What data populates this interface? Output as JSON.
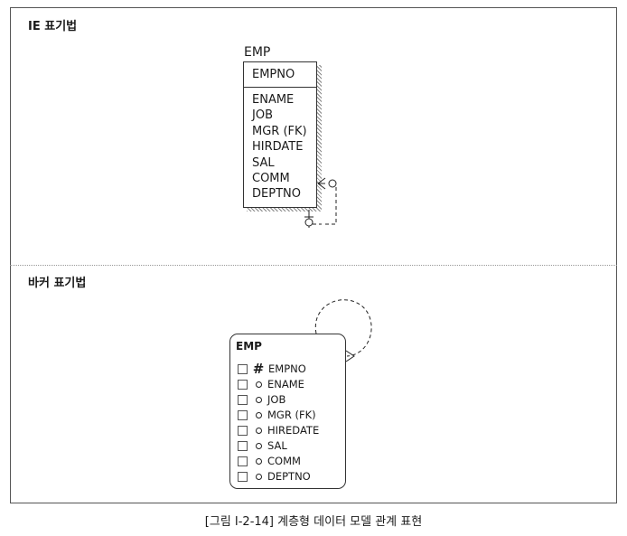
{
  "sections": {
    "ie_title": "IE 표기법",
    "barker_title": "바커 표기법"
  },
  "ie_entity": {
    "name": "EMP",
    "key": "EMPNO",
    "attributes": [
      "ENAME",
      "JOB",
      "MGR (FK)",
      "HIRDATE",
      "SAL",
      "COMM",
      "DEPTNO"
    ]
  },
  "barker_entity": {
    "name": "EMP",
    "attributes": [
      {
        "mark": "#",
        "label": "EMPNO"
      },
      {
        "mark": "o",
        "label": "ENAME"
      },
      {
        "mark": "o",
        "label": "JOB"
      },
      {
        "mark": "o",
        "label": "MGR (FK)"
      },
      {
        "mark": "o",
        "label": "HIREDATE"
      },
      {
        "mark": "o",
        "label": "SAL"
      },
      {
        "mark": "o",
        "label": "COMM"
      },
      {
        "mark": "o",
        "label": "DEPTNO"
      }
    ]
  },
  "caption": "[그림 Ⅰ-2-14] 계층형 데이터 모델 관계 표현"
}
